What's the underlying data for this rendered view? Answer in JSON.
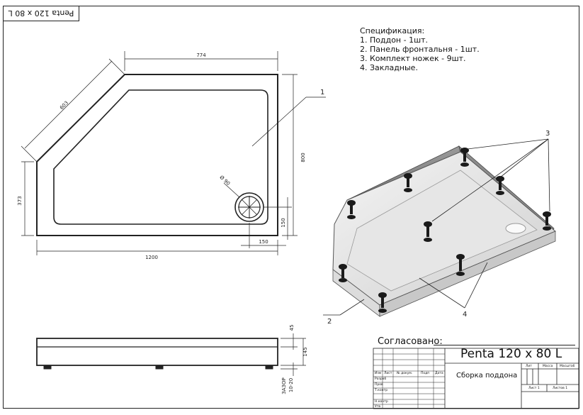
{
  "stamp_text": "Penta 120 x 80 L",
  "spec": {
    "title": "Спецификация:",
    "items": [
      "1. Поддон - 1шт.",
      "2. Панель фронтальня - 1шт.",
      "3. Комплект ножек - 9шт.",
      "4. Закладные."
    ]
  },
  "dimensions": {
    "top": "774",
    "diag": "603",
    "left": "373",
    "right": "800",
    "bottom": "1200",
    "drain_x": "150",
    "drain_y": "150",
    "drain_d": "Ø 90",
    "h1": "45",
    "h2": "145",
    "h3": "10-20",
    "h4": "ЗАЗОР"
  },
  "callouts": [
    "1",
    "2",
    "3",
    "4"
  ],
  "approved_label": "Согласовано:",
  "title_block": {
    "title": "Penta 120 x 80 L",
    "name": "Сборка поддона",
    "col_headers": [
      "Изм",
      "Лист",
      "№ докум.",
      "Подп",
      "Дата"
    ],
    "row_labels": [
      "Разраб",
      "Пров",
      "Т.контр",
      "Н.контр",
      "Утв"
    ],
    "lit": "Лит",
    "mass": "Масса",
    "scale": "Масштаб",
    "sheet": "Лист 1",
    "sheets": "Листов 1"
  },
  "colors": {
    "line": "#222222",
    "tray_shade": "#d9d9d9",
    "feet": "#1a1a1a"
  }
}
